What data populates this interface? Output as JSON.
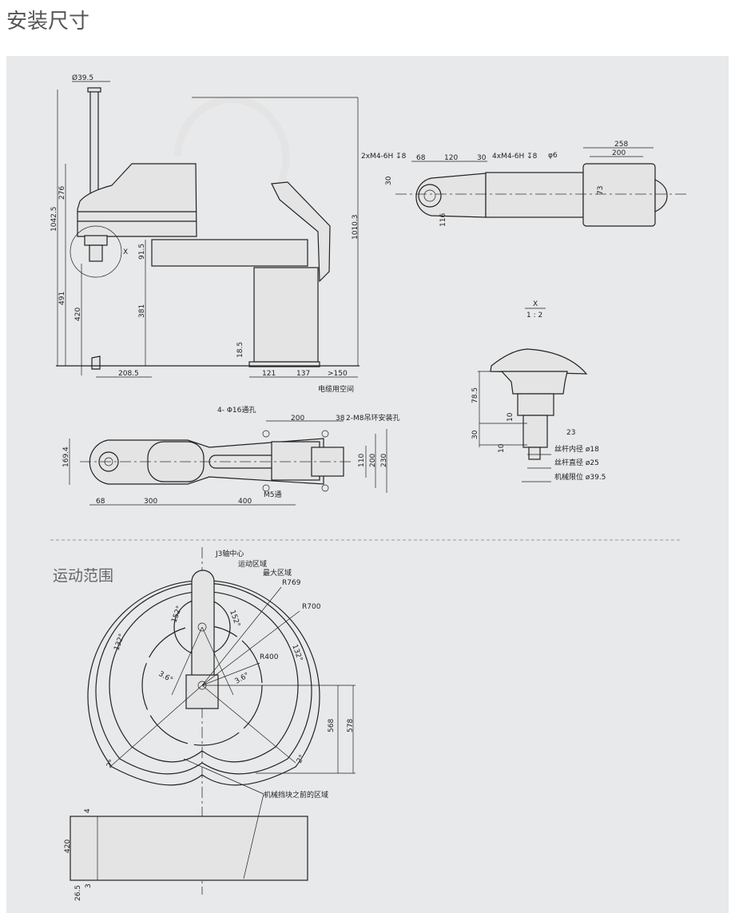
{
  "title": "安装尺寸",
  "side_view": {
    "dims": [
      "Ø39.5",
      "1042.5",
      "276",
      "491",
      "420",
      "91.5",
      "381",
      "18.5",
      "208.5",
      "121",
      "137",
      ">150",
      "1010.3",
      "X"
    ],
    "cable_space": "电缆用空间"
  },
  "top_view": {
    "labels": [
      "2xM4-6H ↧8",
      "68",
      "120",
      "30",
      "4xM4-6H ↧8",
      "φ6",
      "258",
      "200",
      "30",
      "116",
      "73"
    ]
  },
  "detail": {
    "scale_label": "X",
    "scale_ratio": "1 : 2",
    "dims": [
      "78.5",
      "10",
      "30",
      "10",
      "23"
    ],
    "notes": [
      "丝杆内径 ø18",
      "丝杆直径 ø25",
      "机械限位 ø39.5"
    ]
  },
  "plan_view": {
    "labels": [
      "4- Φ16通孔",
      "200",
      "38",
      "2-M8吊环安装孔",
      "169.4",
      "110",
      "200",
      "230",
      "68",
      "300",
      "400",
      "M5通"
    ]
  },
  "motion": {
    "title": "运动范围",
    "labels": [
      "J3轴中心",
      "运动区域",
      "最大区域",
      "R769",
      "R700",
      "R400",
      "152°",
      "152°",
      "132°",
      "132°",
      "3.6°",
      "3.6°",
      "2°",
      "2°",
      "568",
      "578",
      "机械挡块之前的区域",
      "4",
      "420",
      "26.5",
      "3"
    ]
  }
}
